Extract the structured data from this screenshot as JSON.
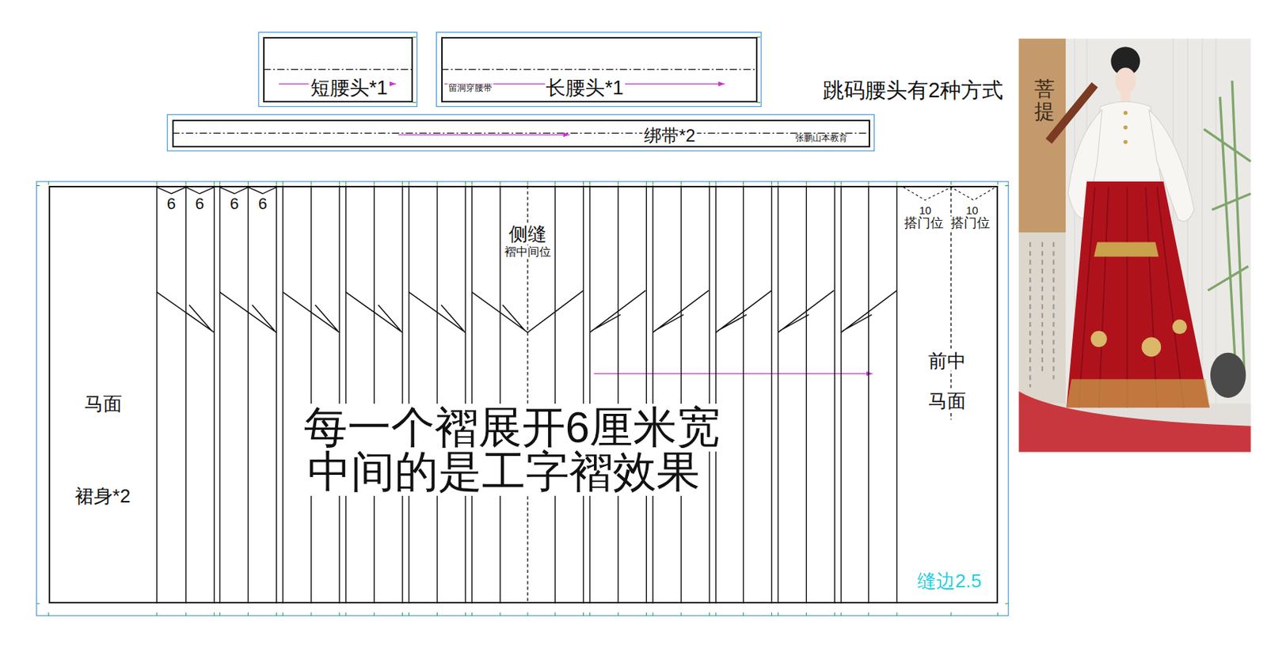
{
  "diagram": {
    "nodes": [
      {
        "text": [
          "短腰头*1"
        ]
      },
      {
        "text": [
          "留洞穿腰带",
          "长腰头*1"
        ]
      },
      {
        "text": [
          "绑带*2",
          "张鹏山本教育"
        ]
      },
      {
        "text": [
          "每一个褶展开6厘米宽",
          "中间的是工字褶效果"
        ]
      },
      {
        "text": [
          "马面",
          "裙身*2"
        ],
        "in": 3
      },
      {
        "text": [
          "10",
          "10",
          "搭门位",
          "搭门位",
          "前中",
          "马面",
          "缝边2.5"
        ],
        "in": 3
      }
    ],
    "labels": [
      "跳码腰头有2种方式",
      "菩提",
      "6",
      "6",
      "6",
      "6",
      "侧缝",
      "褶中间位"
    ]
  }
}
